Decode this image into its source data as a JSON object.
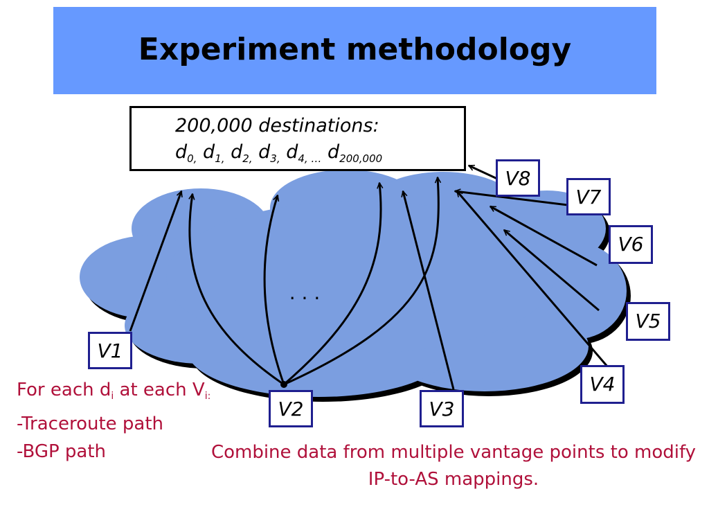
{
  "title": "Experiment methodology",
  "destinations": {
    "line1": "200,000 destinations:",
    "items": [
      {
        "base": "d",
        "sub": "0,"
      },
      {
        "base": "d",
        "sub": "1,"
      },
      {
        "base": "d",
        "sub": "2,"
      },
      {
        "base": "d",
        "sub": "3,"
      },
      {
        "base": "d",
        "sub": "4, …"
      },
      {
        "base": "d",
        "sub": "200,000"
      }
    ]
  },
  "ellipsis": "· · ·",
  "vantage_points": [
    "V1",
    "V2",
    "V3",
    "V4",
    "V5",
    "V6",
    "V7",
    "V8"
  ],
  "note": {
    "line1_prefix": "For each d",
    "line1_sub_i": "i",
    "line1_mid": " at each V",
    "line1_sub_end": "i:",
    "line2": "-Traceroute path",
    "line3": "-BGP path"
  },
  "combine_text": "Combine data from multiple vantage points to modify IP-to-AS mappings.",
  "colors": {
    "title_bar": "#6699ff",
    "cloud": "#7b9ee0",
    "box_border": "#1f1f8f",
    "note_text": "#b0103a"
  }
}
